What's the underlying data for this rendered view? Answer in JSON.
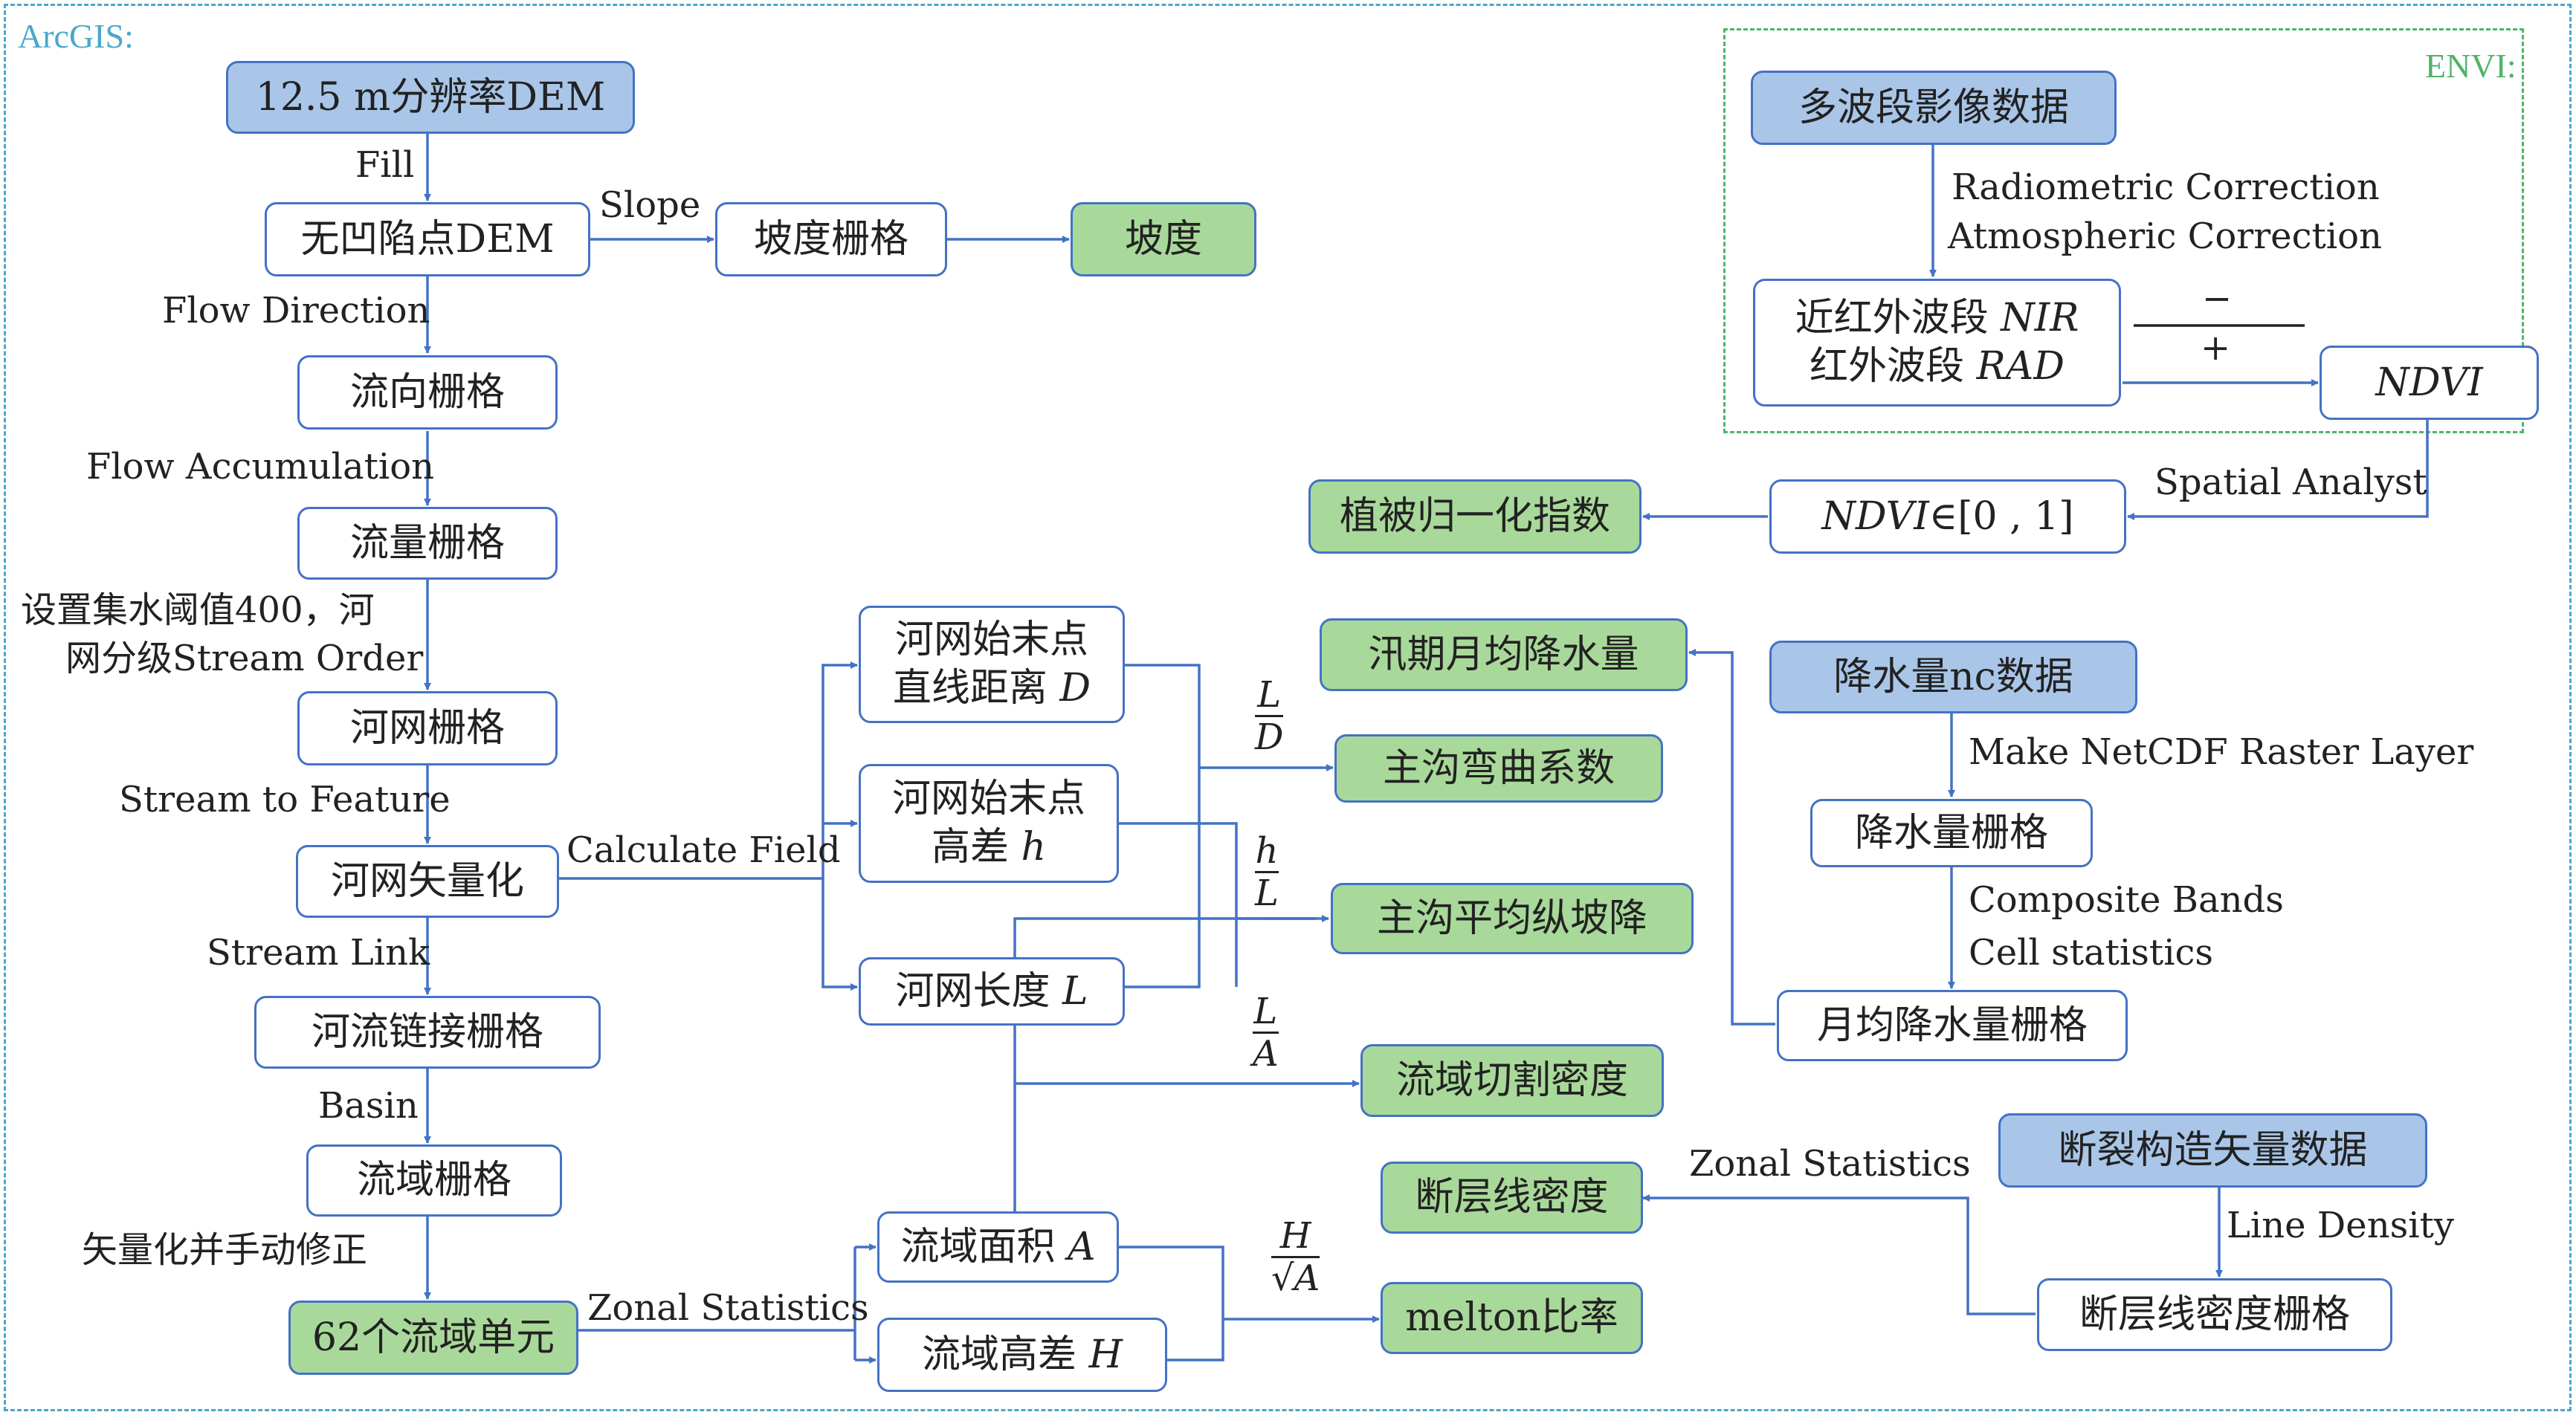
{
  "frames": {
    "arcgis": "ArcGIS:",
    "envi": "ENVI:"
  },
  "colors": {
    "frame_arcgis": "#4aa8c8",
    "frame_envi": "#4fb36a",
    "box_border": "#4472c4",
    "source_fill": "#a9c6e8",
    "result_fill": "#a9d99a",
    "arrow": "#4472c4"
  },
  "nodes": {
    "dem": "12.5 m分辨率DEM",
    "fill_dem": "无凹陷点DEM",
    "slope_raster": "坡度栅格",
    "slope": "坡度",
    "flow_dir": "流向栅格",
    "flow_acc": "流量栅格",
    "stream_raster": "河网栅格",
    "stream_vector": "河网矢量化",
    "stream_link": "河流链接栅格",
    "basin_raster": "流域栅格",
    "units": "62个流域单元",
    "endpoint_dist_1": "河网始末点",
    "endpoint_dist_2": "直线距离",
    "endpoint_dist_var": "D",
    "endpoint_elev_1": "河网始末点",
    "endpoint_elev_2": "高差",
    "endpoint_elev_var": "h",
    "stream_len": "河网长度",
    "stream_len_var": "L",
    "basin_area": "流域面积",
    "basin_area_var": "A",
    "basin_relief": "流域高差",
    "basin_relief_var": "H",
    "sinuosity": "主沟弯曲系数",
    "gradient": "主沟平均纵坡降",
    "dissection": "流域切割密度",
    "melton": "melton比率",
    "multiband": "多波段影像数据",
    "nir_1": "近红外波段",
    "nir_var": "NIR",
    "rad_1": "红外波段",
    "rad_var": "RAD",
    "ndvi": "NDVI",
    "ndvi_range_var": "NDVI",
    "ndvi_range_rest": "∈[0 , 1]",
    "veg_index": "植被归一化指数",
    "precip_nc": "降水量nc数据",
    "precip_raster": "降水量栅格",
    "precip_monthly": "月均降水量栅格",
    "flood_precip": "汛期月均降水量",
    "fault_vector": "断裂构造矢量数据",
    "fault_density_raster": "断层线密度栅格",
    "fault_density": "断层线密度"
  },
  "labels": {
    "fill": "Fill",
    "slope": "Slope",
    "flow_direction": "Flow Direction",
    "flow_accumulation": "Flow Accumulation",
    "threshold_1": "设置集水阈值400，河",
    "threshold_2": "网分级Stream Order",
    "stream_to_feature": "Stream to Feature",
    "calculate_field": "Calculate Field",
    "stream_link": "Stream Link",
    "basin": "Basin",
    "vectorize": "矢量化并手动修正",
    "zonal_statistics": "Zonal Statistics",
    "radiometric": "Radiometric Correction",
    "atmospheric": "Atmospheric Correction",
    "minus": "−",
    "plus": "+",
    "spatial_analyst": "Spatial Analyst",
    "make_netcdf": "Make NetCDF Raster Layer",
    "composite_bands": "Composite Bands",
    "cell_statistics": "Cell statistics",
    "zonal_statistics_2": "Zonal Statistics",
    "line_density": "Line Density"
  },
  "fractions": {
    "ld_num": "L",
    "ld_den": "D",
    "hl_num": "h",
    "hl_den": "L",
    "la_num": "L",
    "la_den": "A",
    "hsa_num": "H",
    "hsa_den_sym": "√",
    "hsa_den": "A"
  }
}
